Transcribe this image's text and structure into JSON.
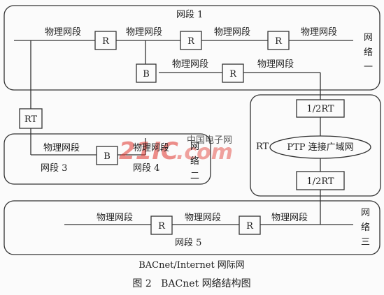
{
  "labels": {
    "segment1": "网段 1",
    "segment3": "网段 3",
    "segment4": "网段 4",
    "segment5": "网段 5",
    "physical_segment": "物理网段",
    "router": "R",
    "bridge": "B",
    "rt": "RT",
    "half_rt": "1/2RT",
    "ptp_wan": "PTP 连接广域网"
  },
  "networks": {
    "net1": [
      "网",
      "络",
      "一"
    ],
    "net2": [
      "网",
      "络",
      "二"
    ],
    "net3": [
      "网",
      "络",
      "三"
    ]
  },
  "watermark": {
    "brand": "21IC",
    "site": ".com",
    "cn": "中国电子网",
    "color": "#e0332b"
  },
  "caption": {
    "subtitle": "BACnet/Internet 网际网",
    "title": "图 2   BACnet 网络结构图"
  }
}
